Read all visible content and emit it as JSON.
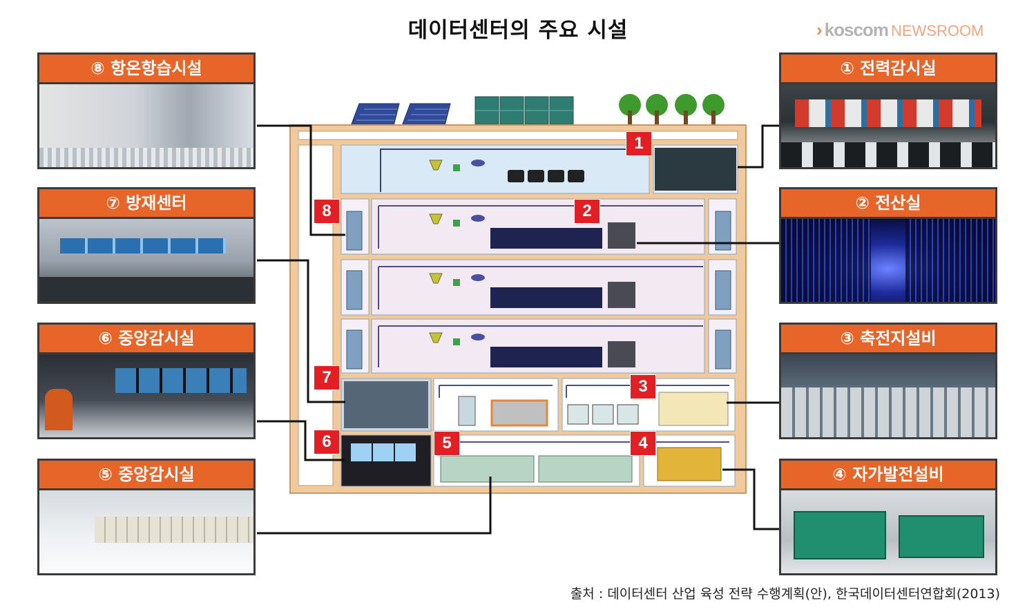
{
  "title": "데이터센터의 주요 시설",
  "logo": {
    "brand": "koscom",
    "suffix": "NEWSROOM"
  },
  "panels_left": [
    {
      "label": "⑧ 항온항습시설"
    },
    {
      "label": "⑦ 방재센터"
    },
    {
      "label": "⑥ 중앙감시실"
    },
    {
      "label": "⑤ 중앙감시실"
    }
  ],
  "panels_right": [
    {
      "label": "① 전력감시실"
    },
    {
      "label": "② 전산실"
    },
    {
      "label": "③ 축전지설비"
    },
    {
      "label": "④ 자가발전설비"
    }
  ],
  "markers": [
    "1",
    "2",
    "3",
    "4",
    "5",
    "6",
    "7",
    "8"
  ],
  "source": "출처 : 데이터센터 산업 육성 전략 수행계획(안), 한국데이터센터연합회(2013)",
  "colors": {
    "header": "#e8652a",
    "marker": "#e31f26",
    "frame": "#f0c99c",
    "frame_border": "#c9966a"
  }
}
